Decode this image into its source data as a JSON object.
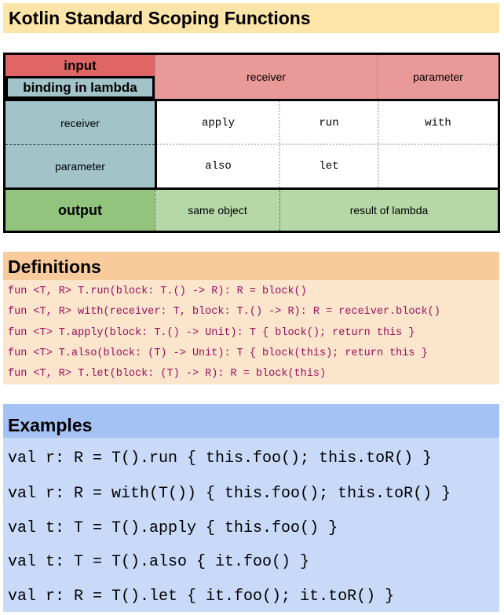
{
  "title": "Kotlin Standard Scoping Functions",
  "matrix": {
    "input_label": "input",
    "binding_label": "binding in lambda",
    "col_receiver": "receiver",
    "col_parameter": "parameter",
    "row_receiver": "receiver",
    "row_parameter": "parameter",
    "cells": {
      "recv_recv_a": "apply",
      "recv_recv_b": "run",
      "recv_param": "with",
      "param_recv_a": "also",
      "param_recv_b": "let"
    },
    "output_label": "output",
    "output_same": "same object",
    "output_result": "result of lambda"
  },
  "definitions": {
    "heading": "Definitions",
    "lines": [
      "fun <T, R> T.run(block: T.() -> R): R = block()",
      "fun <T, R> with(receiver: T, block: T.() -> R): R = receiver.block()",
      "fun <T> T.apply(block: T.() -> Unit): T { block(); return this }",
      "fun <T> T.also(block: (T) -> Unit): T { block(this); return this }",
      "fun <T, R> T.let(block: (T) -> R): R = block(this)"
    ],
    "color": "#990e5a"
  },
  "examples": {
    "heading": "Examples",
    "lines": [
      "val r: R = T().run { this.foo(); this.toR() }",
      "val r: R = with(T()) { this.foo(); this.toR() }",
      "val t: T = T().apply { this.foo() }",
      "val t: T = T().also { it.foo() }",
      "val r: R = T().let { it.foo(); it.toR() }"
    ]
  }
}
